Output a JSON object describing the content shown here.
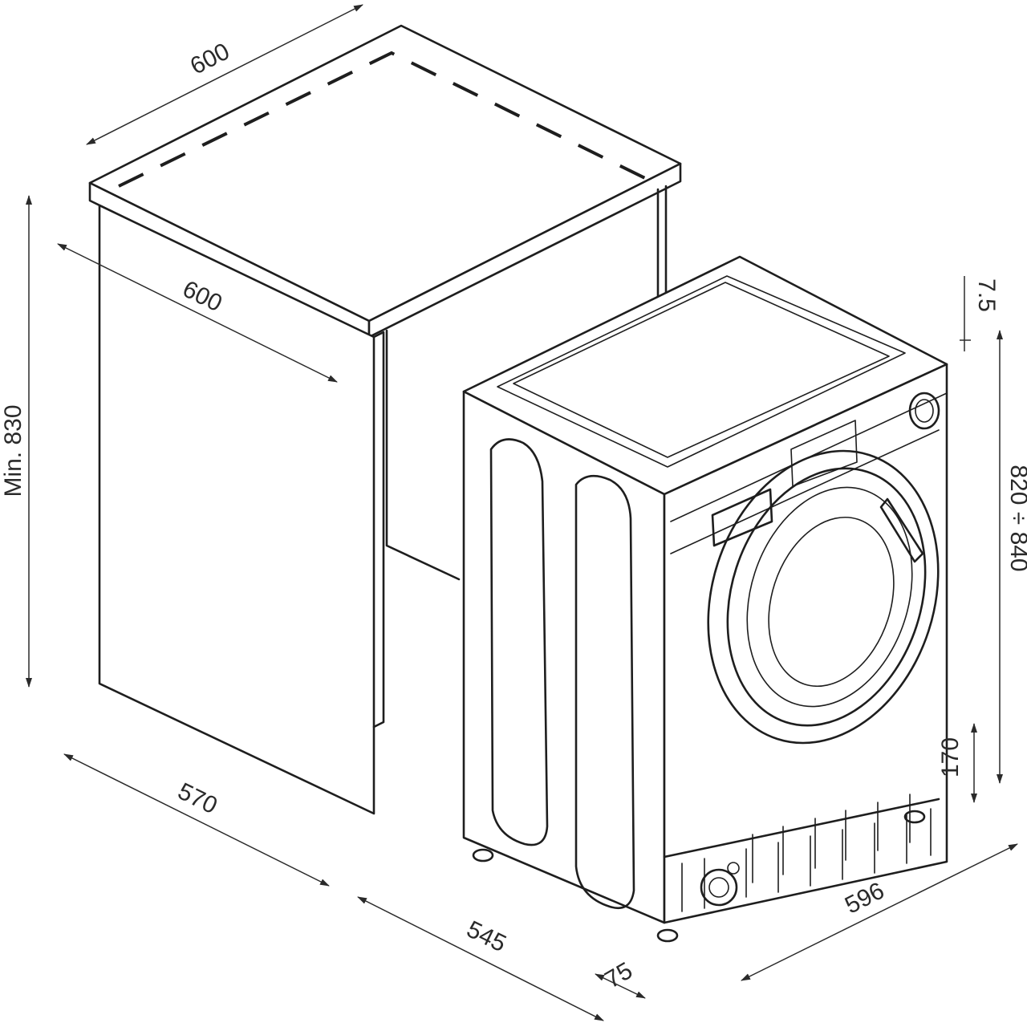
{
  "dimensions": {
    "worktop_width": "600",
    "cabinet_depth": "600",
    "min_height": "Min. 830",
    "cabinet_side_depth": "570",
    "machine_depth": "545",
    "door_projection": "75",
    "machine_width": "596",
    "top_clearance": "7.5",
    "machine_height": "820 ÷ 840",
    "plinth_height": "170"
  },
  "colors": {
    "line": "#1e1e1e",
    "text": "#2a2a2a",
    "background": "#ffffff"
  }
}
